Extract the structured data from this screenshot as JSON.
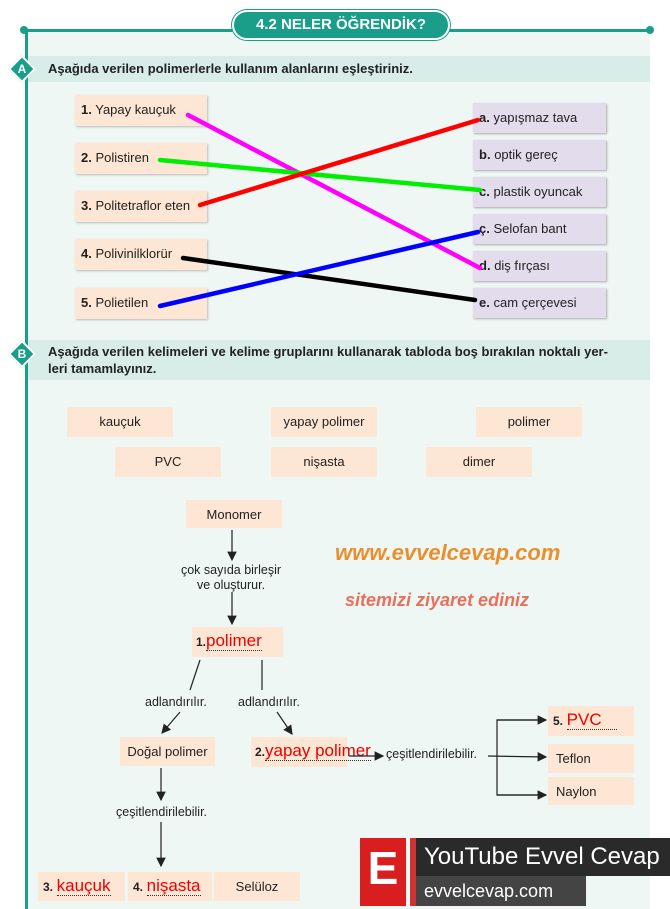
{
  "header": {
    "title": "4.2 NELER ÖĞRENDİK?"
  },
  "sectionA": {
    "badge": "A",
    "instruction": "Aşağıda verilen polimerlerle kullanım alanlarını eşleştiriniz.",
    "left": [
      {
        "num": "1.",
        "label": "Yapay kauçuk"
      },
      {
        "num": "2.",
        "label": "Polistiren"
      },
      {
        "num": "3.",
        "label": "Politetraflor eten"
      },
      {
        "num": "4.",
        "label": "Polivinilklorür"
      },
      {
        "num": "5.",
        "label": "Polietilen"
      }
    ],
    "right": [
      {
        "letter": "a.",
        "label": "yapışmaz tava"
      },
      {
        "letter": "b.",
        "label": "optik gereç"
      },
      {
        "letter": "c.",
        "label": "plastik oyuncak"
      },
      {
        "letter": "ç.",
        "label": "Selofan bant"
      },
      {
        "letter": "d.",
        "label": "diş fırçası"
      },
      {
        "letter": "e.",
        "label": "cam çerçevesi"
      }
    ],
    "matches": [
      {
        "from": "1",
        "to": "d",
        "color": "#ff00ff"
      },
      {
        "from": "2",
        "to": "c",
        "color": "#00ee00"
      },
      {
        "from": "3",
        "to": "a",
        "color": "#ff0000"
      },
      {
        "from": "4",
        "to": "e",
        "color": "#000000"
      },
      {
        "from": "5",
        "to": "ç",
        "color": "#0000ff"
      }
    ]
  },
  "sectionB": {
    "badge": "B",
    "instruction_line1": "Aşağıda verilen kelimeleri ve kelime gruplarını kullanarak tabloda boş bırakılan noktalı yer-",
    "instruction_line2": "leri tamamlayınız.",
    "words": [
      "kauçuk",
      "yapay polimer",
      "polimer",
      "PVC",
      "nişasta",
      "dimer"
    ],
    "diagram": {
      "monomer": "Monomer",
      "step1_line1": "çok sayıda birleşir",
      "step1_line2": "ve oluşturur.",
      "box1_num": "1.",
      "box1_answer": "polimer",
      "named_left": "adlandırılır.",
      "named_right": "adlandırılır.",
      "natural": "Doğal polimer",
      "box2_num": "2.",
      "box2_answer": "yapay polimer",
      "varies_right": "çeşitlendirilebilir.",
      "box5_num": "5.",
      "box5_answer": "PVC",
      "teflon": "Teflon",
      "naylon": "Naylon",
      "varies_left": "çeşitlendirilebilir.",
      "box3_num": "3.",
      "box3_answer": "kauçuk",
      "box4_num": "4.",
      "box4_answer": "nişasta",
      "seluloz": "Selüloz"
    }
  },
  "watermark": {
    "line1": "www.evvelcevap.com",
    "line2": "sitemizi ziyaret ediniz"
  },
  "logo": {
    "letter": "E",
    "title": "YouTube Evvel Cevap",
    "site": "evvelcevap.com"
  }
}
